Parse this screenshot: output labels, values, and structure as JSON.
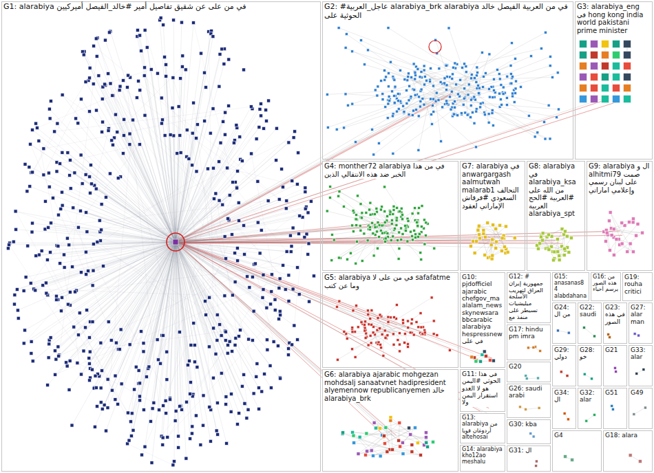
{
  "diagram": {
    "nodes": [
      {
        "text": [
          "G1: alarabiya في من على عن شقيق تفاصيل أمير #خالد_الفيصل أميركيين"
        ]
      },
      {
        "text": [
          "G2: #عاجل_العربية alarabiya_brk alarabiya في من العربية الفيصل خالد الحوثية على"
        ]
      },
      {
        "text": [
          "G3: alarabiya_eng في hong kong india world pakistani prime minister"
        ]
      },
      {
        "text": [
          "G4: monther72 alarabiya في من هذا الخبر ضد هذه الانتقالي الذين"
        ]
      },
      {
        "text": [
          "G7: alarabiya في anwargargash aalmutwah malarab1 التحالف السعودي #قرقاش الإماراتي لعقود"
        ]
      },
      {
        "text": [
          "G8: alarabiya في alarabiya_ksa من الله على #العربية #الحج العربية alarabiya_spt"
        ]
      },
      {
        "text": [
          "G9: alarabiya ال و alhitmi79 صمت على لبنان رسمي وإعلامي اماراتي"
        ]
      },
      {
        "text": [
          "G5: alarabiya في من على لا safafatme وما عن كتب"
        ]
      },
      {
        "text": [
          "G6: alarabiya ajarabic mohgezan mohdsalj sanaatvnet hadipresident alyemennow republicanyemen خالد alarabiya_brk"
        ]
      },
      {
        "text": [
          "G10: pjdofficiel ajarabic chefgov_ma alalam_news skynewsara bbcarabic alarabiya hespressnew في على"
        ]
      },
      {
        "text": [
          "G12: # جمهورية إيران العراق لتهريب الأسلحة ميليشيات تسيطر على منفذ مع"
        ]
      },
      {
        "text": [
          "G15: anasanas84 alabdahana"
        ]
      },
      {
        "text": [
          "G16: من هذه الصور يرسم أحياء"
        ]
      },
      {
        "text": [
          "G19: rouha critici"
        ]
      },
      {
        "text": [
          "G11: في هذا الحوثي #اليمن هو لا العدو استقرار اليمن ولا"
        ]
      },
      {
        "text": [
          "G17: hindu pm imra"
        ]
      },
      {
        "text": [
          "G13: alarabiya من أردوغان قويا altehosai"
        ]
      },
      {
        "text": [
          "G14: alarabiya kho12ao meshalu"
        ]
      },
      {
        "text": [
          "G20"
        ]
      },
      {
        "text": [
          "G26: saudi arabi"
        ]
      },
      {
        "text": [
          "G30: kba"
        ]
      },
      {
        "text": [
          "G31: ال"
        ]
      },
      {
        "text": [
          "G24: من ال"
        ]
      },
      {
        "text": [
          "G22: saudi"
        ]
      },
      {
        "text": [
          "G23: في هذه الصور"
        ]
      },
      {
        "text": [
          "G27: alar man"
        ]
      },
      {
        "text": [
          "G29: دولي"
        ]
      },
      {
        "text": [
          "G28: خو"
        ]
      },
      {
        "text": [
          "G21"
        ]
      },
      {
        "text": [
          "G33: alar"
        ]
      },
      {
        "text": [
          "G34: ال"
        ]
      },
      {
        "text": [
          "G32: alar"
        ]
      },
      {
        "text": [
          "G51"
        ]
      },
      {
        "text": [
          "G49"
        ]
      },
      {
        "text": [
          "G4"
        ]
      },
      {
        "text": [
          "G18: alara"
        ]
      }
    ]
  }
}
